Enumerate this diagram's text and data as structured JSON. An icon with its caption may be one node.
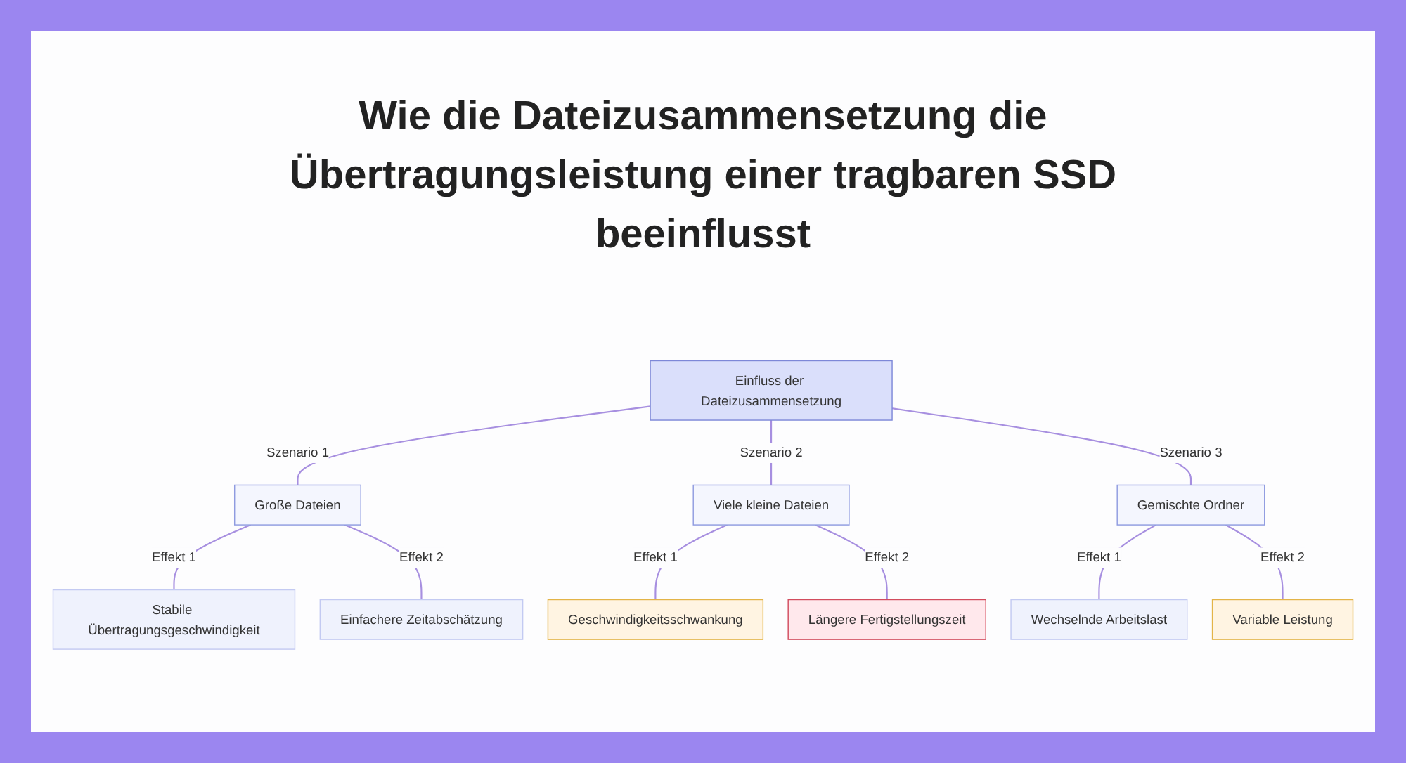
{
  "diagram": {
    "title": "Wie die Dateizusammensetzung die Übertragungsleistung einer tragbaren SSD beeinflusst",
    "nodes": [
      {
        "text": [
          "Einfluss der Dateizusammensetzung"
        ]
      },
      {
        "text": [
          "Große Dateien"
        ]
      },
      {
        "text": [
          "Viele kleine Dateien"
        ]
      },
      {
        "text": [
          "Gemischte Ordner"
        ]
      },
      {
        "text": [
          "Stabile Übertragungsgeschwindigkeit"
        ]
      },
      {
        "text": [
          "Einfachere Zeitabschätzung"
        ]
      },
      {
        "text": [
          "Geschwindigkeitsschwankung"
        ]
      },
      {
        "text": [
          "Längere Fertigstellungszeit"
        ]
      },
      {
        "text": [
          "Wechselnde Arbeitslast"
        ]
      },
      {
        "text": [
          "Variable Leistung"
        ]
      }
    ],
    "edges": [
      {
        "from": 0,
        "to": 1,
        "arrow": "none",
        "label": "Szenario 1"
      },
      {
        "from": 0,
        "to": 2,
        "arrow": "none",
        "label": "Szenario 2"
      },
      {
        "from": 0,
        "to": 3,
        "arrow": "none",
        "label": "Szenario 3"
      },
      {
        "from": 1,
        "to": 4,
        "arrow": "none",
        "label": "Effekt 1"
      },
      {
        "from": 1,
        "to": 5,
        "arrow": "none",
        "label": "Effekt 2"
      },
      {
        "from": 2,
        "to": 6,
        "arrow": "none",
        "label": "Effekt 1"
      },
      {
        "from": 2,
        "to": 7,
        "arrow": "none",
        "label": "Effekt 2"
      },
      {
        "from": 3,
        "to": 8,
        "arrow": "none",
        "label": "Effekt 1"
      },
      {
        "from": 3,
        "to": 9,
        "arrow": "none",
        "label": "Effekt 2"
      }
    ]
  }
}
